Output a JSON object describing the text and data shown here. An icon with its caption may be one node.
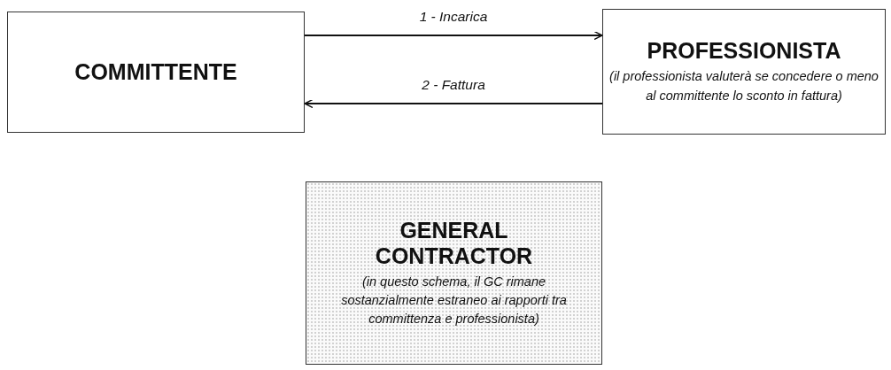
{
  "diagram": {
    "nodes": [
      {
        "text": [
          "COMMITTENTE"
        ]
      },
      {
        "text": [
          "PROFESSIONISTA",
          "(il professionista valuterà se concedere o meno al committente lo sconto in fattura)"
        ]
      },
      {
        "text": [
          "GENERAL CONTRACTOR",
          "(in questo schema, il GC rimane sostanzialmente estraneo ai rapporti tra committenza e professionista)"
        ]
      }
    ],
    "edges": [
      {
        "from": 0,
        "to": 1,
        "arrow": "to",
        "label": "1 - Incarica"
      },
      {
        "from": 1,
        "to": 0,
        "arrow": "to",
        "label": "2 - Fattura"
      }
    ]
  }
}
